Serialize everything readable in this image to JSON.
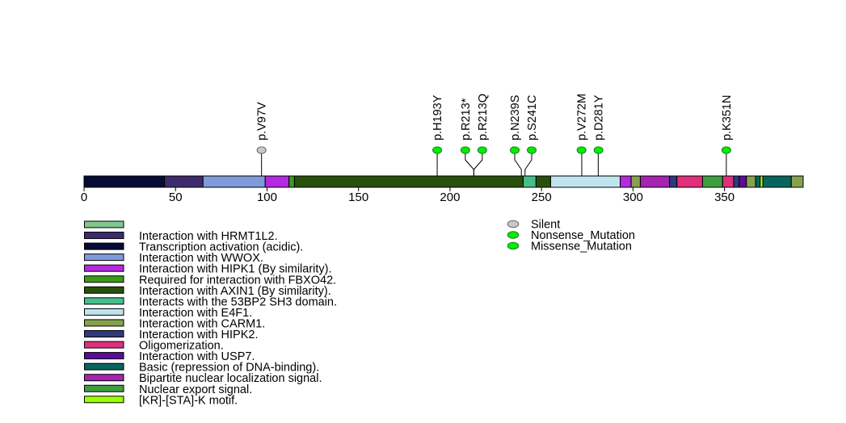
{
  "chart_data": {
    "type": "scatter",
    "xlim": [
      0,
      393
    ],
    "xticks": [
      0,
      50,
      100,
      150,
      200,
      250,
      300,
      350
    ],
    "domain_legend": [
      {
        "label": "",
        "color": "#80c98e"
      },
      {
        "label": "Interaction with HRMT1L2.",
        "color": "#3d2b6e"
      },
      {
        "label": "Transcription activation (acidic).",
        "color": "#060a36"
      },
      {
        "label": "Interaction with WWOX.",
        "color": "#7f9ad8"
      },
      {
        "label": "Interaction with HIPK1 (By similarity).",
        "color": "#b42ae0"
      },
      {
        "label": "Required for interaction with FBXO42.",
        "color": "#3a9a1a"
      },
      {
        "label": "Interaction with AXIN1 (By similarity).",
        "color": "#27500c"
      },
      {
        "label": "Interacts with the 53BP2 SH3 domain.",
        "color": "#46be8c"
      },
      {
        "label": "Interaction with E4F1.",
        "color": "#bfe4ee"
      },
      {
        "label": "Interaction with CARM1.",
        "color": "#86a24c"
      },
      {
        "label": "Interaction with HIPK2.",
        "color": "#2e3a7e"
      },
      {
        "label": "Oligomerization.",
        "color": "#e0307c"
      },
      {
        "label": "Interaction with USP7.",
        "color": "#5c0a9e"
      },
      {
        "label": "Basic (repression of DNA-binding).",
        "color": "#07655e"
      },
      {
        "label": "Bipartite nuclear localization signal.",
        "color": "#a524b0"
      },
      {
        "label": "Nuclear export signal.",
        "color": "#3e9e40"
      },
      {
        "label": "[KR]-[STA]-K motif.",
        "color": "#9aff00"
      }
    ],
    "segments": [
      {
        "start": 0,
        "end": 44,
        "legend": 2
      },
      {
        "start": 44,
        "end": 65,
        "legend": 1
      },
      {
        "start": 65,
        "end": 99,
        "legend": 3
      },
      {
        "start": 99,
        "end": 112,
        "legend": 4
      },
      {
        "start": 112,
        "end": 115,
        "legend": 5
      },
      {
        "start": 115,
        "end": 240,
        "legend": 6
      },
      {
        "start": 240,
        "end": 247,
        "legend": 7
      },
      {
        "start": 247,
        "end": 255,
        "legend": 6
      },
      {
        "start": 255,
        "end": 293,
        "legend": 8
      },
      {
        "start": 293,
        "end": 299,
        "legend": 4
      },
      {
        "start": 299,
        "end": 304,
        "legend": 9
      },
      {
        "start": 304,
        "end": 320,
        "legend": 14
      },
      {
        "start": 320,
        "end": 324,
        "legend": 10
      },
      {
        "start": 324,
        "end": 338,
        "legend": 11
      },
      {
        "start": 338,
        "end": 349,
        "legend": 15
      },
      {
        "start": 349,
        "end": 355,
        "legend": 11
      },
      {
        "start": 355,
        "end": 358,
        "legend": 10
      },
      {
        "start": 358,
        "end": 362,
        "legend": 12
      },
      {
        "start": 362,
        "end": 367,
        "legend": 9
      },
      {
        "start": 367,
        "end": 369.5,
        "legend": 13
      },
      {
        "start": 369.5,
        "end": 371,
        "legend": 16
      },
      {
        "start": 371,
        "end": 386.5,
        "legend": 13
      },
      {
        "start": 386.5,
        "end": 393,
        "legend": 9
      }
    ],
    "mutation_legend": [
      {
        "label": "Silent",
        "color": "#c8c8c8"
      },
      {
        "label": "Nonsense_Mutation",
        "color": "#00ee00"
      },
      {
        "label": "Missense_Mutation",
        "color": "#00ee00"
      }
    ],
    "mutations": [
      {
        "label": "p.V97V",
        "position": 97,
        "legend": 0
      },
      {
        "label": "p.H193Y",
        "position": 193,
        "legend": 2
      },
      {
        "label": "p.R213*",
        "position": 213,
        "legend": 1
      },
      {
        "label": "p.R213Q",
        "position": 213,
        "legend": 2
      },
      {
        "label": "p.N239S",
        "position": 239,
        "legend": 2
      },
      {
        "label": "p.S241C",
        "position": 241,
        "legend": 2
      },
      {
        "label": "p.V272M",
        "position": 272,
        "legend": 2
      },
      {
        "label": "p.D281Y",
        "position": 281,
        "legend": 2
      },
      {
        "label": "p.K351N",
        "position": 351,
        "legend": 2
      }
    ]
  }
}
